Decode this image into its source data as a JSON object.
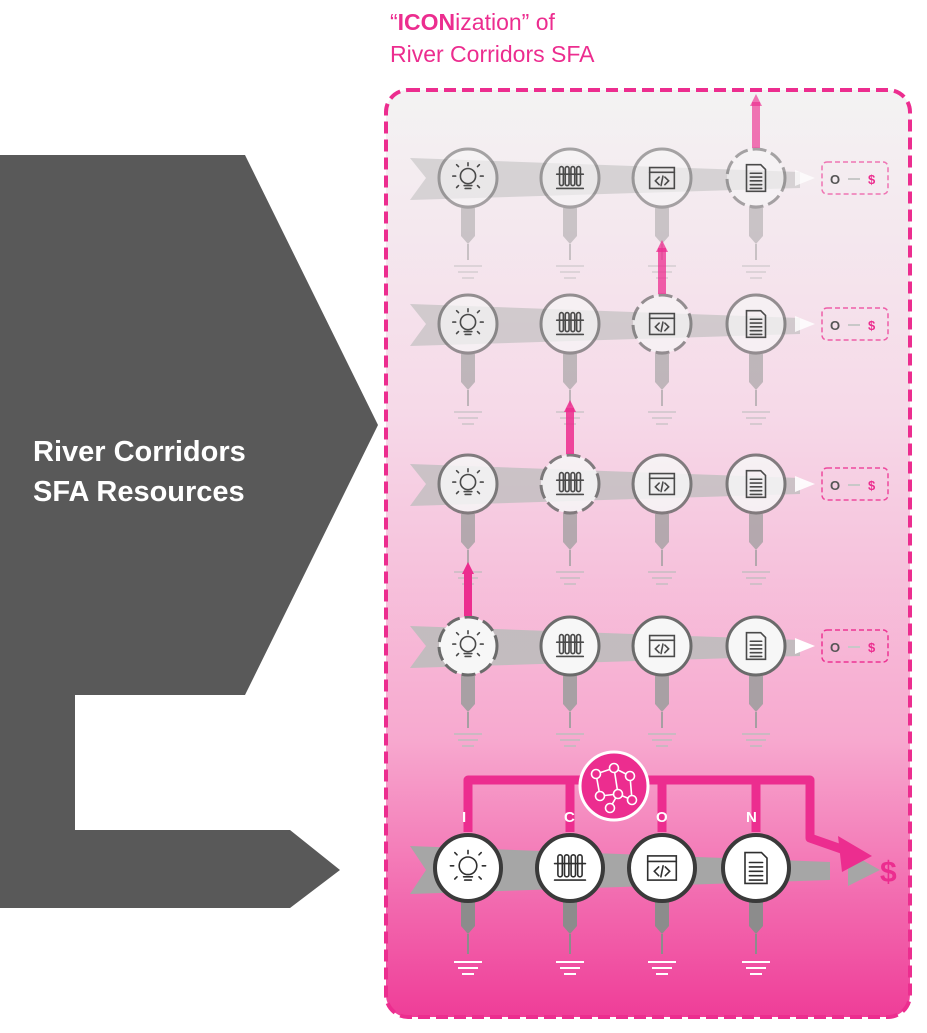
{
  "title": {
    "open_quote": "“",
    "bold": "ICON",
    "rest": "ization” of",
    "line2": "River Corridors SFA"
  },
  "left_block": {
    "line1": "River Corridors",
    "line2": "SFA Resources"
  },
  "stages": [
    "idea",
    "lab",
    "code",
    "document"
  ],
  "rows": [
    {
      "highlight_stage": 3,
      "intensity": 0.35,
      "output": {
        "o": "O",
        "dollar": "$"
      }
    },
    {
      "highlight_stage": 2,
      "intensity": 0.55,
      "output": {
        "o": "O",
        "dollar": "$"
      }
    },
    {
      "highlight_stage": 1,
      "intensity": 0.75,
      "output": {
        "o": "O",
        "dollar": "$"
      }
    },
    {
      "highlight_stage": 0,
      "intensity": 1.0,
      "output": {
        "o": "O",
        "dollar": "$"
      }
    }
  ],
  "icon_row": {
    "letters": [
      "I",
      "C",
      "O",
      "N"
    ],
    "dollar": "$"
  },
  "colors": {
    "pink": "#ec2d8f",
    "dark_gray": "#595959",
    "gray": "#a6a6a6"
  }
}
